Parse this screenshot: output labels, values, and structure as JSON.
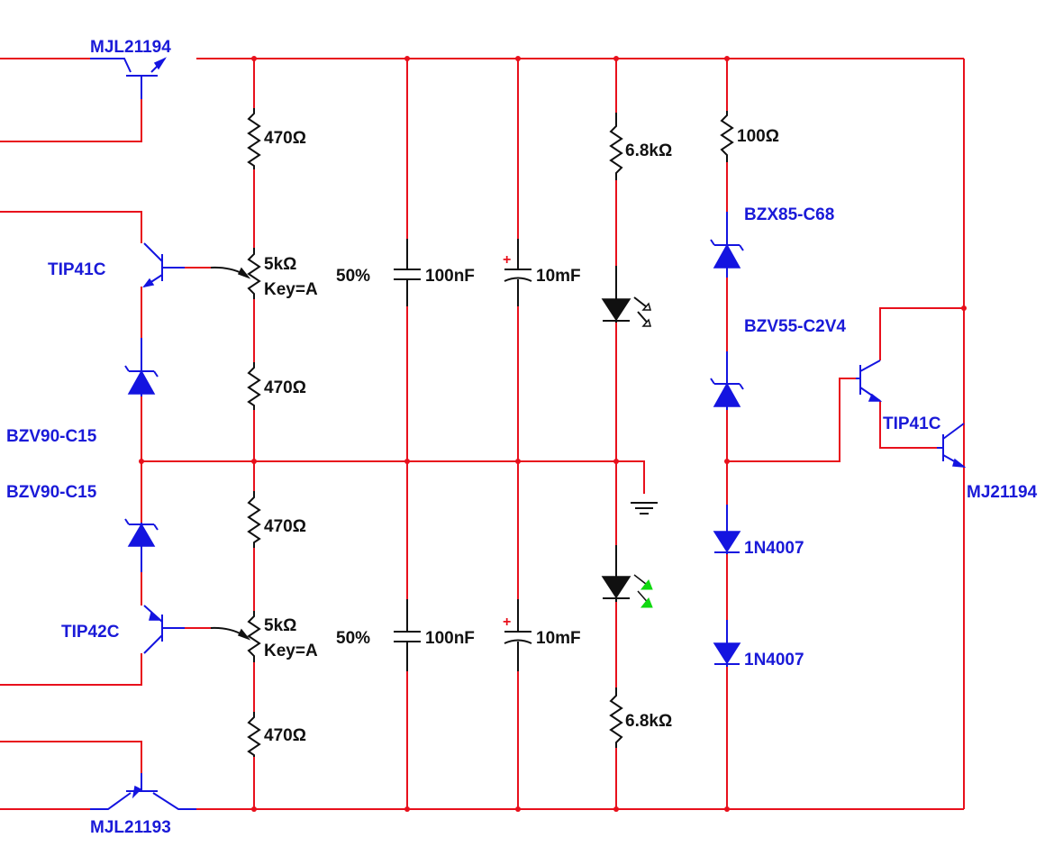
{
  "components": {
    "q_top_out": "MJL21194",
    "q_bot_out": "MJL21193",
    "q_top_drv": "TIP41C",
    "q_bot_drv": "TIP42C",
    "zener_top_left": "BZV90-C15",
    "zener_bot_left": "BZV90-C15",
    "r_top_470": "470Ω",
    "pot_top_value": "5kΩ",
    "pot_top_key": "Key=A",
    "pot_top_percent": "50%",
    "r_mid_top_470": "470Ω",
    "r_mid_bot_470": "470Ω",
    "pot_bot_value": "5kΩ",
    "pot_bot_key": "Key=A",
    "pot_bot_percent": "50%",
    "r_bot_470": "470Ω",
    "cap_top_small": "100nF",
    "cap_bot_small": "100nF",
    "cap_top_big": "10mF",
    "cap_bot_big": "10mF",
    "r_led_top": "6.8kΩ",
    "r_led_bot": "6.8kΩ",
    "r_zener": "100Ω",
    "zener_68": "BZX85-C68",
    "zener_2v4": "BZV55-C2V4",
    "q_right_drv": "TIP41C",
    "q_right_out": "MJ21194",
    "diode_1": "1N4007",
    "diode_2": "1N4007"
  },
  "polarity_mark": "+",
  "colors": {
    "wire": "#e8101c",
    "component": "#1414e0",
    "label_blue": "#1a1ad8",
    "label_black": "#111111",
    "led_green": "#10d810",
    "background": "#ffffff"
  }
}
